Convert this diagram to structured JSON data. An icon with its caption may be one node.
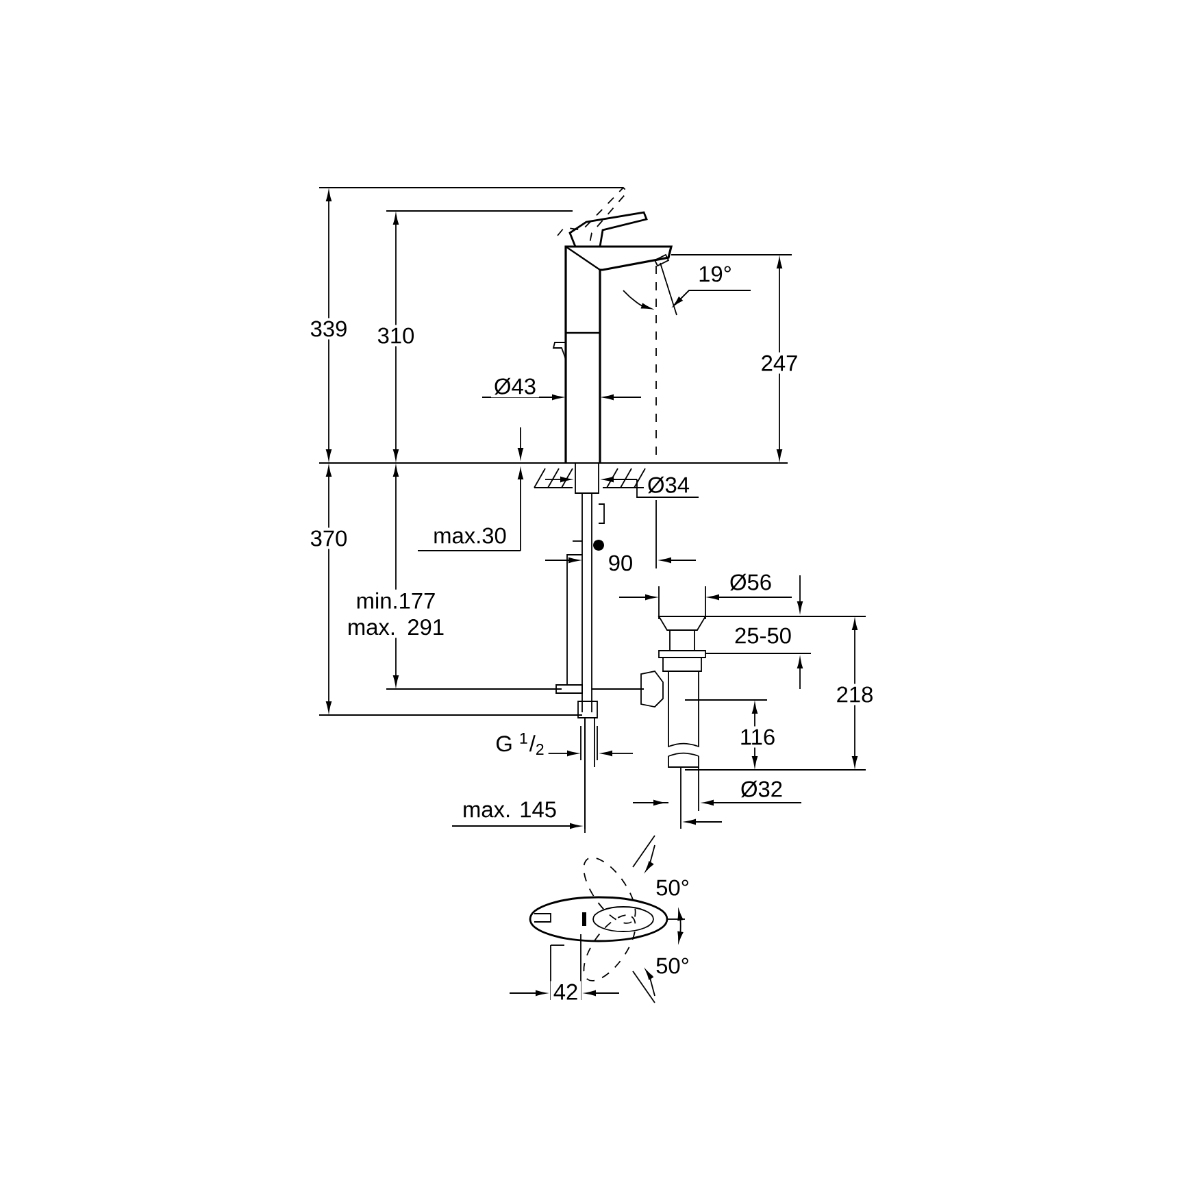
{
  "diagram": {
    "labels": [
      "19°",
      "339",
      "310",
      "247",
      "Ø43",
      "Ø34",
      "370",
      "max.30",
      "90",
      "Ø56",
      "min.177 max. 291",
      "25-50",
      "218",
      "116",
      "G $^{1}$/$_{2}$",
      "Ø32",
      "max. 145",
      "50°",
      "50°",
      "42"
    ]
  }
}
